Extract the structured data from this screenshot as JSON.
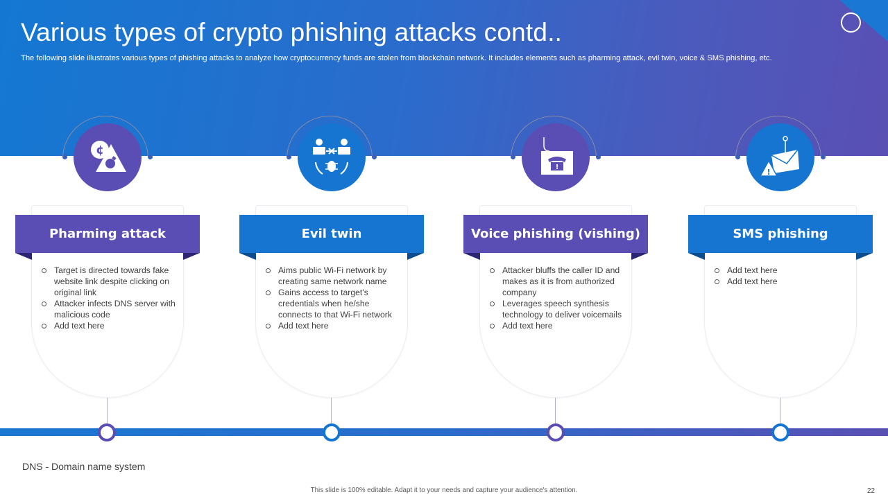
{
  "slide": {
    "title": "Various types of crypto phishing attacks contd..",
    "subtitle": "The following slide illustrates various types of phishing attacks to analyze how cryptocurrency funds are stolen from blockchain network. It includes elements such as pharming attack, evil twin, voice & SMS phishing, etc.",
    "footnote": "DNS - Domain name system",
    "footer": "This slide is 100% editable. Adapt it to your needs and capture your audience's attention.",
    "page_number": "22"
  },
  "colors": {
    "purple": "#5a4db3",
    "blue": "#1575d0",
    "header_gradient_start": "#1478d2",
    "header_gradient_end": "#5a4fb4"
  },
  "attacks": [
    {
      "title": "Pharming attack",
      "icon": "crypto-bomb-icon",
      "color": "purple",
      "bullets": [
        "Target is directed towards fake website link despite clicking on original link",
        "Attacker infects DNS server with malicious code",
        "Add text here"
      ]
    },
    {
      "title": "Evil twin",
      "icon": "network-bug-icon",
      "color": "blue",
      "bullets": [
        "Aims public Wi-Fi network by creating same network name",
        "Gains access to target's credentials when he/she connects to that Wi-Fi network",
        "Add text here"
      ]
    },
    {
      "title": "Voice phishing (vishing)",
      "icon": "phone-warning-icon",
      "color": "purple",
      "bullets": [
        "Attacker bluffs the caller ID and makes as it is from authorized company",
        "Leverages speech synthesis technology to deliver voicemails",
        "Add text here"
      ]
    },
    {
      "title": "SMS phishing",
      "icon": "mail-hook-icon",
      "color": "blue",
      "bullets": [
        "Add text here",
        "Add text here"
      ]
    }
  ]
}
